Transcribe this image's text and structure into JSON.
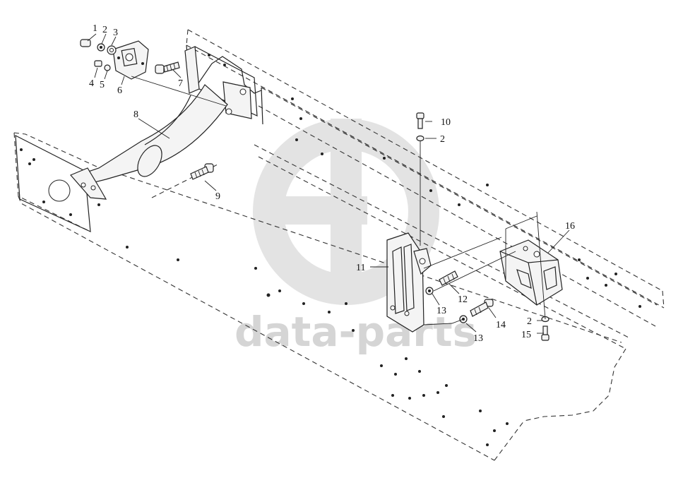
{
  "diagram": {
    "callouts": [
      {
        "id": "c1",
        "text": "1"
      },
      {
        "id": "c2",
        "text": "2"
      },
      {
        "id": "c3",
        "text": "3"
      },
      {
        "id": "c4",
        "text": "4"
      },
      {
        "id": "c5",
        "text": "5"
      },
      {
        "id": "c6",
        "text": "6"
      },
      {
        "id": "c7",
        "text": "7"
      },
      {
        "id": "c8",
        "text": "8"
      },
      {
        "id": "c9",
        "text": "9"
      },
      {
        "id": "c10",
        "text": "10"
      },
      {
        "id": "c2b",
        "text": "2"
      },
      {
        "id": "c11",
        "text": "11"
      },
      {
        "id": "c12",
        "text": "12"
      },
      {
        "id": "c13a",
        "text": "13"
      },
      {
        "id": "c13b",
        "text": "13"
      },
      {
        "id": "c14",
        "text": "14"
      },
      {
        "id": "c2c",
        "text": "2"
      },
      {
        "id": "c15",
        "text": "15"
      },
      {
        "id": "c16",
        "text": "16"
      }
    ]
  },
  "watermark": {
    "text": "data-parts",
    "color": "#c8c8c8"
  }
}
